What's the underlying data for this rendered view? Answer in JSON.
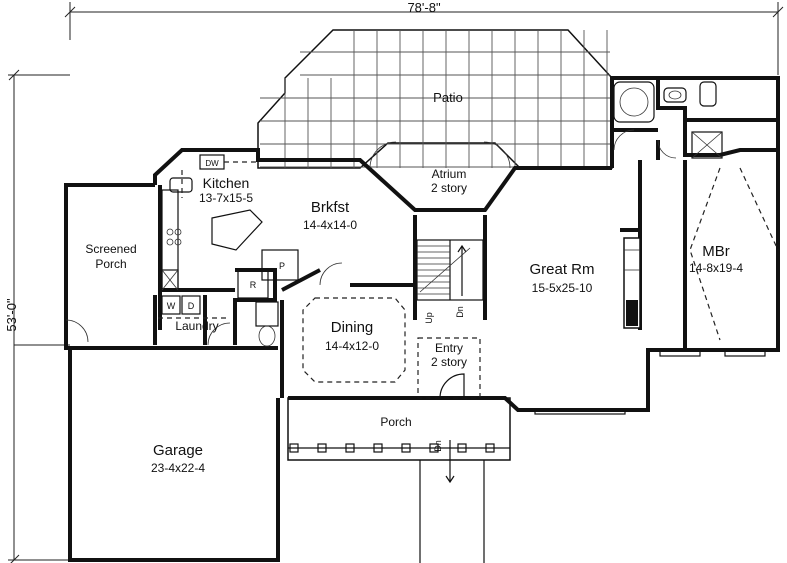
{
  "dimensions": {
    "width": "78'-8\"",
    "depth": "53'-0\""
  },
  "rooms": {
    "patio": "Patio",
    "atrium_name": "Atrium",
    "atrium_note": "2 story",
    "kitchen_name": "Kitchen",
    "kitchen_size": "13-7x15-5",
    "brkfst_name": "Brkfst",
    "brkfst_size": "14-4x14-0",
    "great_name": "Great Rm",
    "great_size": "15-5x25-10",
    "mbr_name": "MBr",
    "mbr_size": "14-8x19-4",
    "screened_line1": "Screened",
    "screened_line2": "Porch",
    "dining_name": "Dining",
    "dining_size": "14-4x12-0",
    "entry_name": "Entry",
    "entry_note": "2 story",
    "laundry": "Laundry",
    "porch": "Porch",
    "garage_name": "Garage",
    "garage_size": "23-4x22-4"
  },
  "fixtures": {
    "dw": "DW",
    "washer": "W",
    "dryer": "D",
    "pantry": "P",
    "refrigerator": "R",
    "stair_up": "Up",
    "stair_dn": "Dn",
    "porch_dn": "Dn"
  }
}
